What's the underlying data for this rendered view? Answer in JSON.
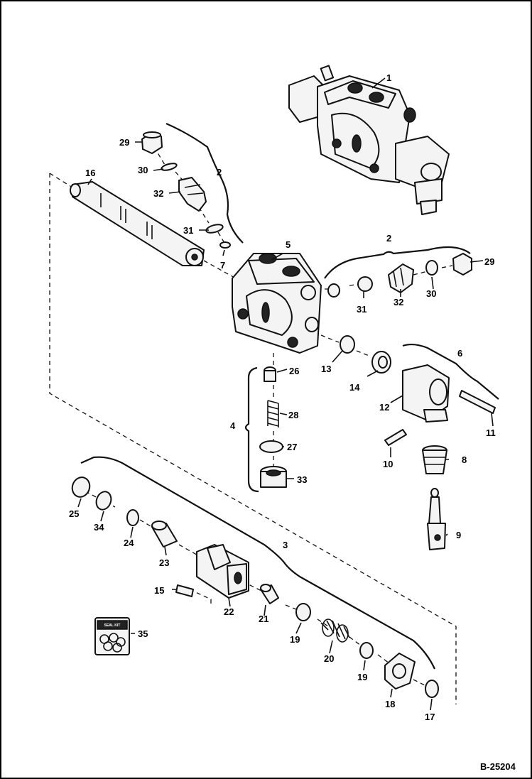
{
  "figure_id": "B-25204",
  "kit_label": "SEAL KIT",
  "callouts": [
    {
      "id": "c1",
      "text": "1"
    },
    {
      "id": "c2a",
      "text": "2"
    },
    {
      "id": "c2b",
      "text": "2"
    },
    {
      "id": "c3",
      "text": "3"
    },
    {
      "id": "c4",
      "text": "4"
    },
    {
      "id": "c5",
      "text": "5"
    },
    {
      "id": "c6",
      "text": "6"
    },
    {
      "id": "c7",
      "text": "7"
    },
    {
      "id": "c8",
      "text": "8"
    },
    {
      "id": "c9",
      "text": "9"
    },
    {
      "id": "c10",
      "text": "10"
    },
    {
      "id": "c11",
      "text": "11"
    },
    {
      "id": "c12",
      "text": "12"
    },
    {
      "id": "c13",
      "text": "13"
    },
    {
      "id": "c14",
      "text": "14"
    },
    {
      "id": "c15",
      "text": "15"
    },
    {
      "id": "c16",
      "text": "16"
    },
    {
      "id": "c17",
      "text": "17"
    },
    {
      "id": "c18",
      "text": "18"
    },
    {
      "id": "c19a",
      "text": "19"
    },
    {
      "id": "c19b",
      "text": "19"
    },
    {
      "id": "c20",
      "text": "20"
    },
    {
      "id": "c21",
      "text": "21"
    },
    {
      "id": "c22",
      "text": "22"
    },
    {
      "id": "c23",
      "text": "23"
    },
    {
      "id": "c24",
      "text": "24"
    },
    {
      "id": "c25",
      "text": "25"
    },
    {
      "id": "c26",
      "text": "26"
    },
    {
      "id": "c27",
      "text": "27"
    },
    {
      "id": "c28",
      "text": "28"
    },
    {
      "id": "c29a",
      "text": "29"
    },
    {
      "id": "c29b",
      "text": "29"
    },
    {
      "id": "c30a",
      "text": "30"
    },
    {
      "id": "c30b",
      "text": "30"
    },
    {
      "id": "c31a",
      "text": "31"
    },
    {
      "id": "c31b",
      "text": "31"
    },
    {
      "id": "c32a",
      "text": "32"
    },
    {
      "id": "c32b",
      "text": "32"
    },
    {
      "id": "c33",
      "text": "33"
    },
    {
      "id": "c34",
      "text": "34"
    },
    {
      "id": "c35",
      "text": "35"
    }
  ]
}
